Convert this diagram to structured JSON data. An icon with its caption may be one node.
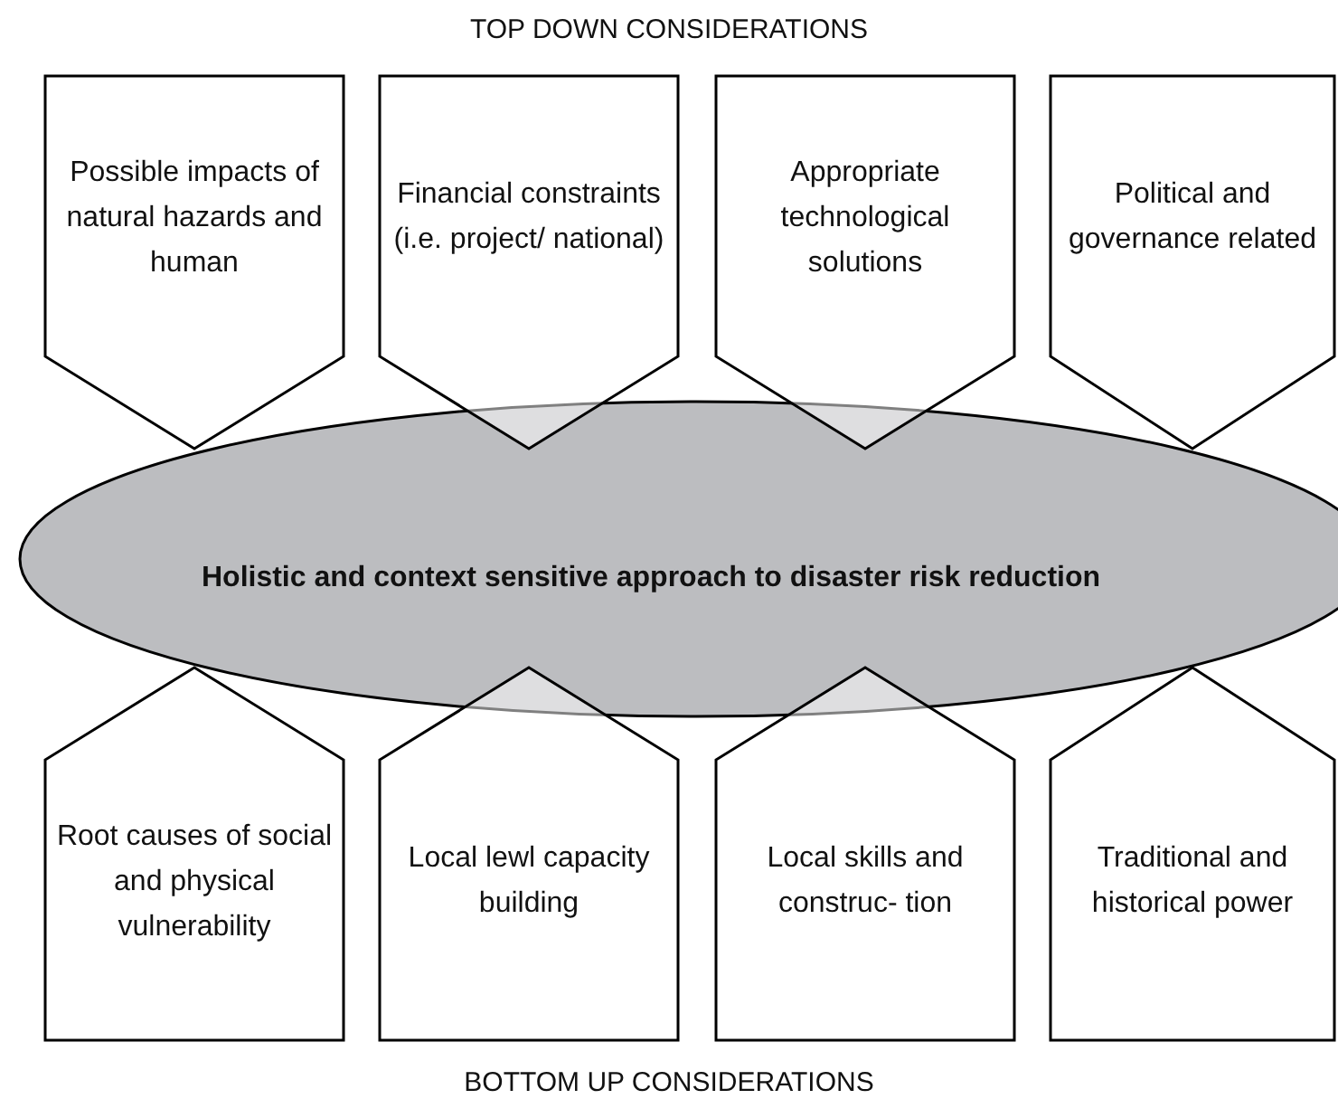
{
  "diagram": {
    "nodes": [
      {
        "text": [
          "Possible impacts of natural hazards and human"
        ]
      },
      {
        "text": [
          "Financial constraints (i.e. project/ national)"
        ]
      },
      {
        "text": [
          "Appropriate technological solutions"
        ]
      },
      {
        "text": [
          "Political and governance related"
        ]
      },
      {
        "text": [
          "Holistic and context sensitive approach to disaster risk reduction"
        ]
      },
      {
        "text": [
          "Root causes of social and physical vulnerability"
        ]
      },
      {
        "text": [
          "Local lewl capacity building"
        ]
      },
      {
        "text": [
          "Local skills and construc- tion"
        ]
      },
      {
        "text": [
          "Traditional and historical power"
        ]
      }
    ],
    "labels": [
      "TOP DOWN CONSIDERATIONS",
      "BOTTOM UP CONSIDERATIONS"
    ]
  }
}
